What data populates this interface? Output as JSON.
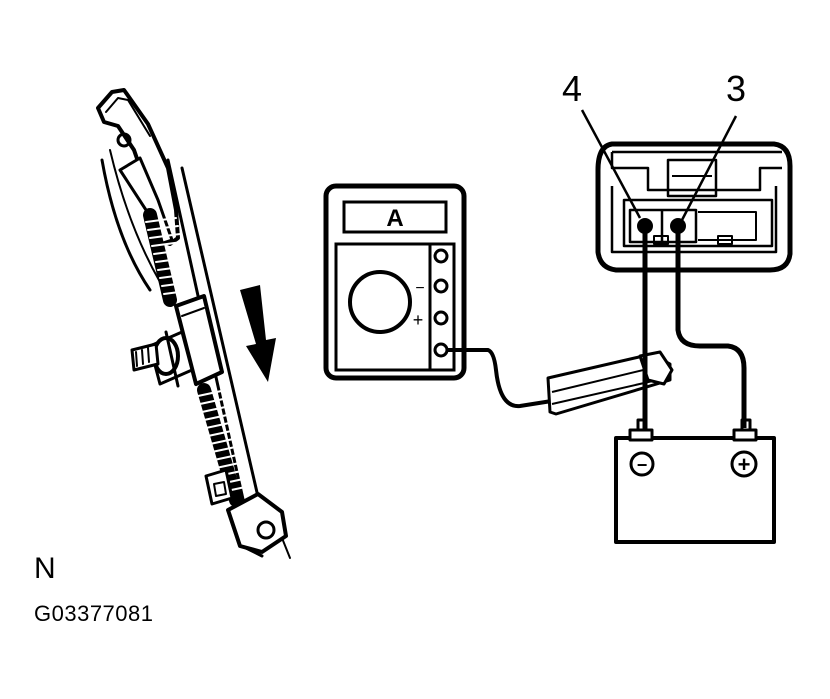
{
  "meter": {
    "display": "A",
    "minus_mark": "−",
    "plus_mark": "+"
  },
  "terminals": {
    "left": "4",
    "right": "3"
  },
  "battery": {
    "negative_mark": "−",
    "positive_mark": "+"
  },
  "view_label": "N",
  "figure_code": "G03377081",
  "colors": {
    "ink": "#000000",
    "paper": "#ffffff"
  }
}
